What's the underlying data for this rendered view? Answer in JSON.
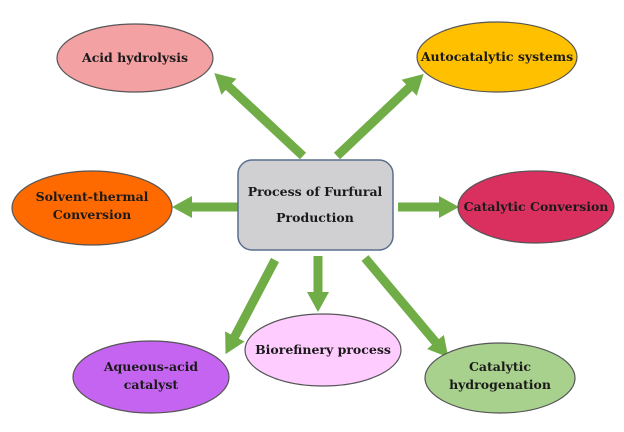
{
  "center": {
    "line1": "Process of Furfural",
    "line2": "Production",
    "color": "#d0d0d3"
  },
  "arrow_color": "#70ad47",
  "nodes": {
    "acid": {
      "label": "Acid hydrolysis",
      "color": "#f4a1a3"
    },
    "auto": {
      "label": "Autocatalytic systems",
      "color": "#ffc000"
    },
    "solvent": {
      "line1": "Solvent-thermal",
      "line2": "Conversion",
      "color": "#ff6a00"
    },
    "catconv": {
      "label": "Catalytic Conversion",
      "color": "#d9305f"
    },
    "aqueous": {
      "line1": "Aqueous-acid",
      "line2": "catalyst",
      "color": "#c464f0"
    },
    "bio": {
      "label": "Biorefinery process",
      "color": "#ffccff"
    },
    "hydro": {
      "line1": "Catalytic",
      "line2": "hydrogenation",
      "color": "#a9d18e"
    }
  }
}
